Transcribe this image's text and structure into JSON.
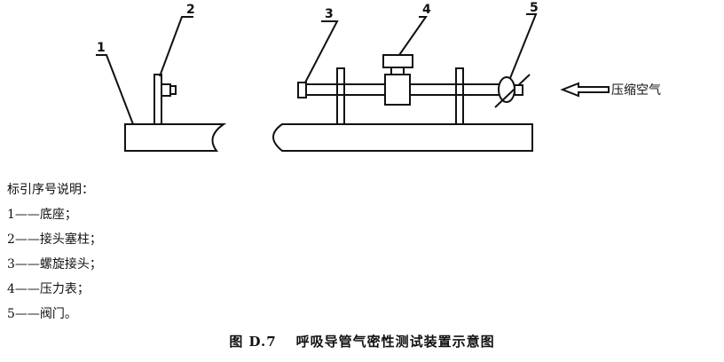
{
  "callouts": {
    "c1": "1",
    "c2": "2",
    "c3": "3",
    "c4": "4",
    "c5": "5"
  },
  "air_label": "压缩空气",
  "legend": {
    "title": "标引序号说明：",
    "items": [
      {
        "num": "1",
        "dash": "——",
        "text": "底座；"
      },
      {
        "num": "2",
        "dash": "——",
        "text": "接头塞柱；"
      },
      {
        "num": "3",
        "dash": "——",
        "text": "螺旋接头；"
      },
      {
        "num": "4",
        "dash": "——",
        "text": "压力表；"
      },
      {
        "num": "5",
        "dash": "——",
        "text": "阀门。"
      }
    ]
  },
  "caption": {
    "figure_no": "图 D.7",
    "title": "呼吸导管气密性测试装置示意图"
  }
}
